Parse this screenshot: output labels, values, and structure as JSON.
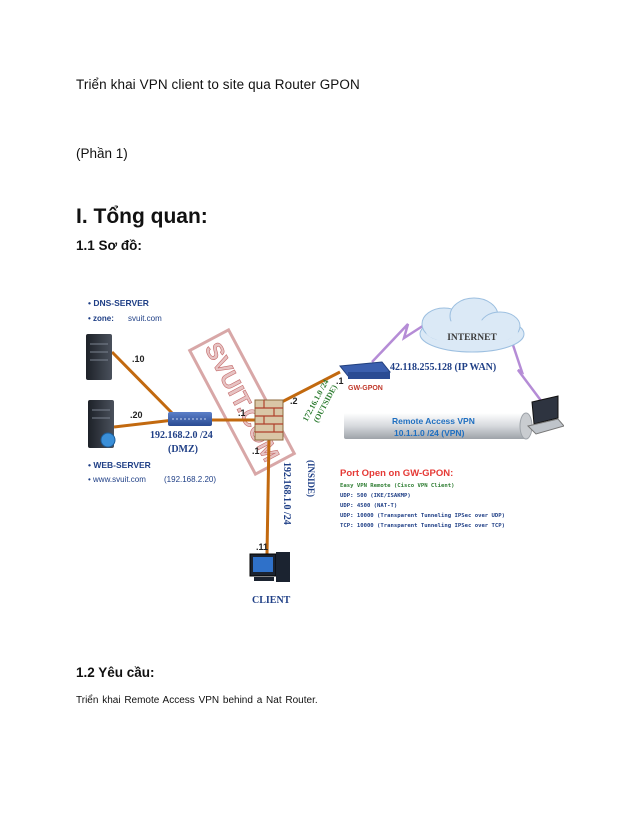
{
  "document": {
    "title": "Triển khai VPN client to site qua Router GPON",
    "part": "(Phần 1)",
    "heading1": "I. Tổng quan:",
    "section1": "1.1 Sơ đồ:",
    "section2": "1.2 Yêu cầu:",
    "requirement": "Triển khai Remote Access VPN behind a Nat Router."
  },
  "diagram": {
    "dns_title": "• DNS-SERVER",
    "dns_zone_label": "• zone:",
    "dns_zone_value": "svuit.com",
    "web_title": "• WEB-SERVER",
    "web_url": "• www.svuit.com",
    "web_ip": "(192.168.2.20)",
    "host_10": ".10",
    "host_20": ".20",
    "dmz_net": "192.168.2.0 /24",
    "dmz_label": "(DMZ)",
    "fw_dmz_ip": ".1",
    "fw_inside_ip": ".1",
    "fw_outside_ip": ".2",
    "gw_ip": ".1",
    "outside_net": "172.16.1.0 /24",
    "outside_label": "(OUTSIDE)",
    "inside_net": "192.168.1.0 /24",
    "inside_label": "(INSIDE)",
    "client_ip": ".11",
    "client_label": "CLIENT",
    "gw_name": "GW-GPON",
    "wan_ip": "42.118.255.128 (IP WAN)",
    "internet": "INTERNET",
    "vpn_title": "Remote Access VPN",
    "vpn_net": "10.1.1.0 /24 (VPN)",
    "watermark": "SVUIT.COM",
    "ports_title": "Port Open on GW-GPON:",
    "ports": [
      "Easy VPN Remote (Cisco VPN Client)",
      "UDP: 500    (IKE/ISAKMP)",
      "UDP: 4500   (NAT-T)",
      "UDP: 10000  (Transparent Tunneling IPSec over UDP)",
      "TCP: 10000  (Transparent Tunneling IPSec over TCP)"
    ]
  }
}
